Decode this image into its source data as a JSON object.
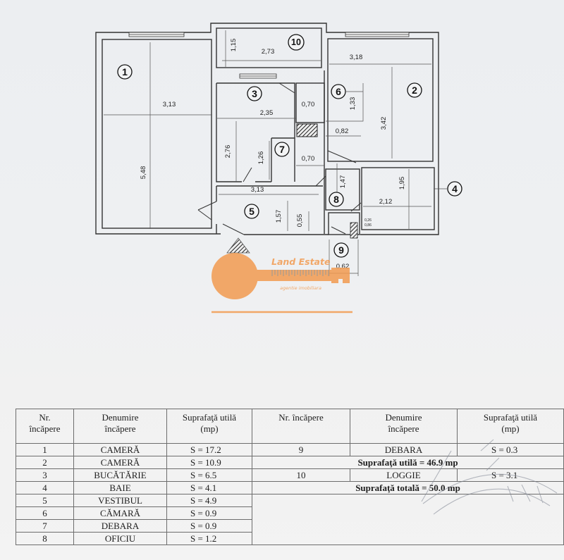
{
  "plan": {
    "rooms": [
      "1",
      "2",
      "3",
      "4",
      "5",
      "6",
      "7",
      "8",
      "9",
      "10"
    ],
    "dims": [
      "3,13",
      "5,48",
      "1,15",
      "2,73",
      "3,18",
      "3,42",
      "1,33",
      "0,70",
      "2,35",
      "2,76",
      "1,26",
      "0,70",
      "0,82",
      "1,47",
      "1,95",
      "2,12",
      "3,13",
      "1,57",
      "0,55",
      "0,26",
      "0,86",
      "0,62"
    ]
  },
  "watermark": {
    "brand": "Land Estate",
    "tagline": "agentie imobiliara",
    "accent": "#f29b50"
  },
  "table": {
    "headers": {
      "nr_left": "Nr.\nîncăpere",
      "name_left": "Denumire\nîncăpere",
      "area_left": "Suprafaţă utilă\n(mp)",
      "nr_right": "Nr. încăpere",
      "name_right": "Denumire\nîncăpere",
      "area_right": "Suprafaţă utilă\n(mp)"
    },
    "rows": [
      {
        "nr": "1",
        "name": "CAMERĂ",
        "area": "S = 17.2",
        "r_nr": "9",
        "r_name": "DEBARA",
        "r_area": "S = 0.3"
      },
      {
        "nr": "2",
        "name": "CAMERĂ",
        "area": "S = 10.9",
        "r_span": "Suprafaţă utilă = 46.9 mp"
      },
      {
        "nr": "3",
        "name": "BUCĂTĂRIE",
        "area": "S = 6.5",
        "r_nr": "10",
        "r_name": "LOGGIE",
        "r_area": "S = 3.1"
      },
      {
        "nr": "4",
        "name": "BAIE",
        "area": "S = 4.1",
        "r_span": "Suprafaţă totală = 50.0 mp"
      },
      {
        "nr": "5",
        "name": "VESTIBUL",
        "area": "S = 4.9"
      },
      {
        "nr": "6",
        "name": "CĂMARĂ",
        "area": "S = 0.9"
      },
      {
        "nr": "7",
        "name": "DEBARA",
        "area": "S = 0.9"
      },
      {
        "nr": "8",
        "name": "OFICIU",
        "area": "S = 1.2"
      }
    ]
  }
}
